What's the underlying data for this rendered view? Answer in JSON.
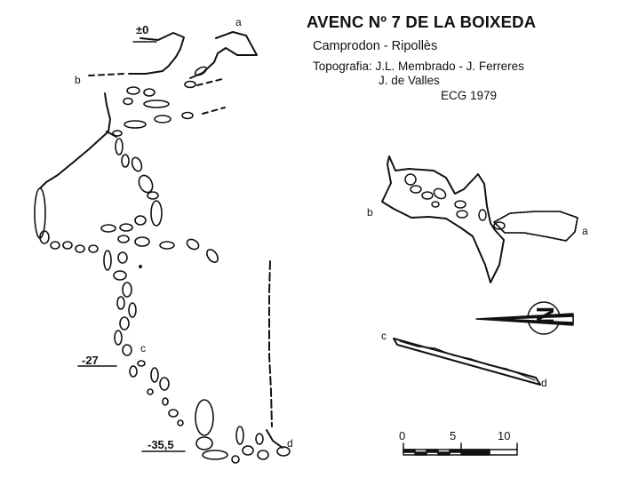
{
  "header": {
    "title": "AVENC Nº 7 DE LA BOIXEDA",
    "location": "Camprodon - Ripollès",
    "survey_line_1": "Topografia: J.L. Membrado - J. Ferreres",
    "survey_line_2": "J. de Valles",
    "credit": "ECG   1979"
  },
  "section": {
    "point_a": "a",
    "point_b": "b",
    "point_c": "c",
    "point_d": "d",
    "depth_top": "±0",
    "depth_mid": "-27",
    "depth_bottom": "-35,5"
  },
  "plan": {
    "point_a": "a",
    "point_b": "b"
  },
  "profile": {
    "point_c": "c",
    "point_d": "d"
  },
  "north_arrow": {
    "letter": "N",
    "direction": "north"
  },
  "scale_bar": {
    "tick_0": "0",
    "tick_5": "5",
    "tick_10": "10"
  },
  "colors": {
    "ink": "#111111",
    "paper": "#ffffff"
  }
}
